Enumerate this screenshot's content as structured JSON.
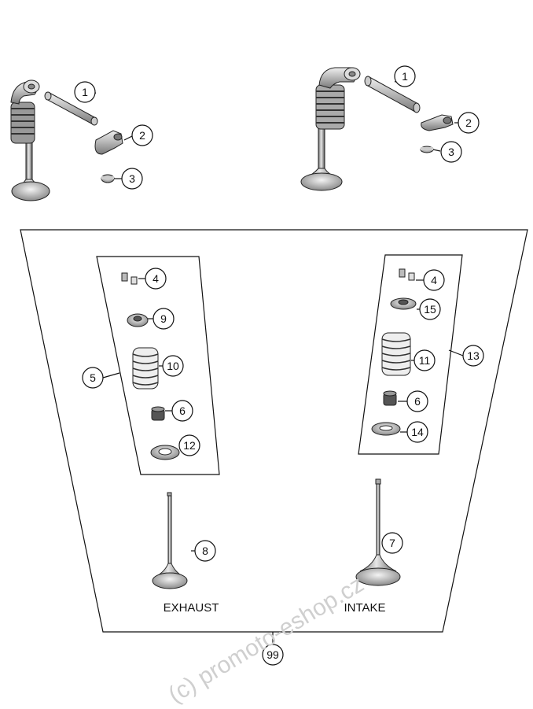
{
  "diagram": {
    "captions": {
      "exhaust": "EXHAUST",
      "intake": "INTAKE"
    },
    "callouts": {
      "rocker_shaft_left": "1",
      "rocker_arm_left": "2",
      "pad_left": "3",
      "rocker_shaft_right": "1",
      "rocker_arm_right": "2",
      "pad_right": "3",
      "keeper_exhaust": "4",
      "keeper_intake": "4",
      "exhaust_kit": "5",
      "seal_exhaust": "6",
      "seal_intake": "6",
      "intake_valve": "7",
      "exhaust_valve": "8",
      "retainer_exhaust": "9",
      "spring_exhaust": "10",
      "spring_intake": "11",
      "seat_exhaust": "12",
      "intake_kit": "13",
      "seat_intake": "14",
      "retainer_intake": "15",
      "assembly": "99"
    },
    "watermark": "(c) promoto-eshop.cz"
  }
}
